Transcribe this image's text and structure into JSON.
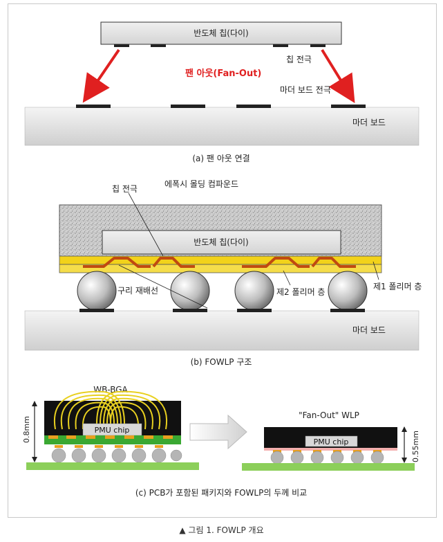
{
  "panel_a": {
    "die_label": "반도체 칩(다이)",
    "chip_electrode": "칩 전극",
    "fanout_label": "팬 아웃(Fan-Out)",
    "board_electrode": "마더 보드 전극",
    "board_label": "마더 보드",
    "caption": "(a) 팬 아웃 연결"
  },
  "panel_b": {
    "chip_electrode": "칩 전극",
    "epoxy_label": "에폭시 몰딩 컴파운드",
    "die_label": "반도체 칩(다이)",
    "copper_rdl": "구리 재배선",
    "polymer2": "제2 폴리머 층",
    "polymer1": "제1 폴리머 층",
    "board_label": "마더 보드",
    "caption": "(b) FOWLP 구조"
  },
  "panel_c": {
    "left_title": "WB-BGA",
    "left_thickness": "0.8mm",
    "left_chip": "PMU chip",
    "right_title": "\"Fan-Out\" WLP",
    "right_chip": "PMU chip",
    "right_thickness": "0.55mm",
    "caption": "(c) PCB가 포함된 패키지와 FOWLP의 두께 비교"
  },
  "figure_caption": "▲ 그림 1. FOWLP 개요",
  "colors": {
    "arrow_red": "#e02020",
    "fanout_text": "#e02020",
    "polymer_yellow": "#f2d21a",
    "copper": "#e06a20",
    "board_grey": "#d9d9d9",
    "green_pcb": "#6cc04a"
  }
}
